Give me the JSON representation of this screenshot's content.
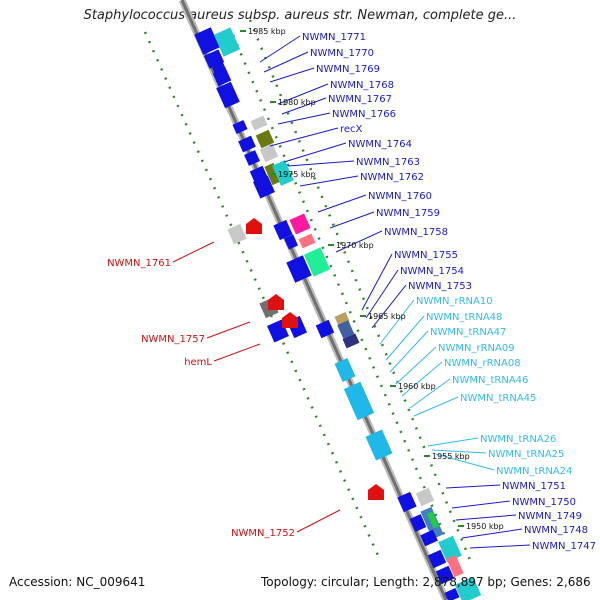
{
  "title": "Staphylococcus aureus subsp. aureus str. Newman, complete ge...",
  "footer": {
    "accession": "Accession: NC_009641",
    "topology": "Topology: circular; Length: 2,878,897 bp; Genes: 2,686"
  },
  "colors": {
    "blue_gene": "#1010e0",
    "red_gene": "#e01010",
    "rna_gene": "#20b8e8",
    "label_blue": "#1a1acc",
    "label_red": "#cc1111",
    "label_cyan": "#33bbee",
    "axis": "#888888",
    "dots": "#2a8a2a"
  },
  "kbp_marks": [
    "1985 kbp",
    "1980 kbp",
    "1975 kbp",
    "1970 kbp",
    "1965 kbp",
    "1960 kbp",
    "1955 kbp",
    "1950 kbp"
  ],
  "labels_right": [
    "NWMN_1771",
    "NWMN_1770",
    "NWMN_1769",
    "NWMN_1768",
    "NWMN_1767",
    "NWMN_1766",
    "recX",
    "NWMN_1764",
    "NWMN_1763",
    "NWMN_1762",
    "NWMN_1760",
    "NWMN_1759",
    "NWMN_1758",
    "NWMN_1755",
    "NWMN_1754",
    "NWMN_1753",
    "NWMN_rRNA10",
    "NWMN_tRNA48",
    "NWMN_tRNA47",
    "NWMN_rRNA09",
    "NWMN_rRNA08",
    "NWMN_tRNA46",
    "NWMN_tRNA45",
    "NWMN_tRNA26",
    "NWMN_tRNA25",
    "NWMN_tRNA24",
    "NWMN_1751",
    "NWMN_1750",
    "NWMN_1749",
    "NWMN_1748",
    "NWMN_1747"
  ],
  "labels_left": [
    "NWMN_1761",
    "NWMN_1757",
    "hemL",
    "NWMN_1752"
  ]
}
